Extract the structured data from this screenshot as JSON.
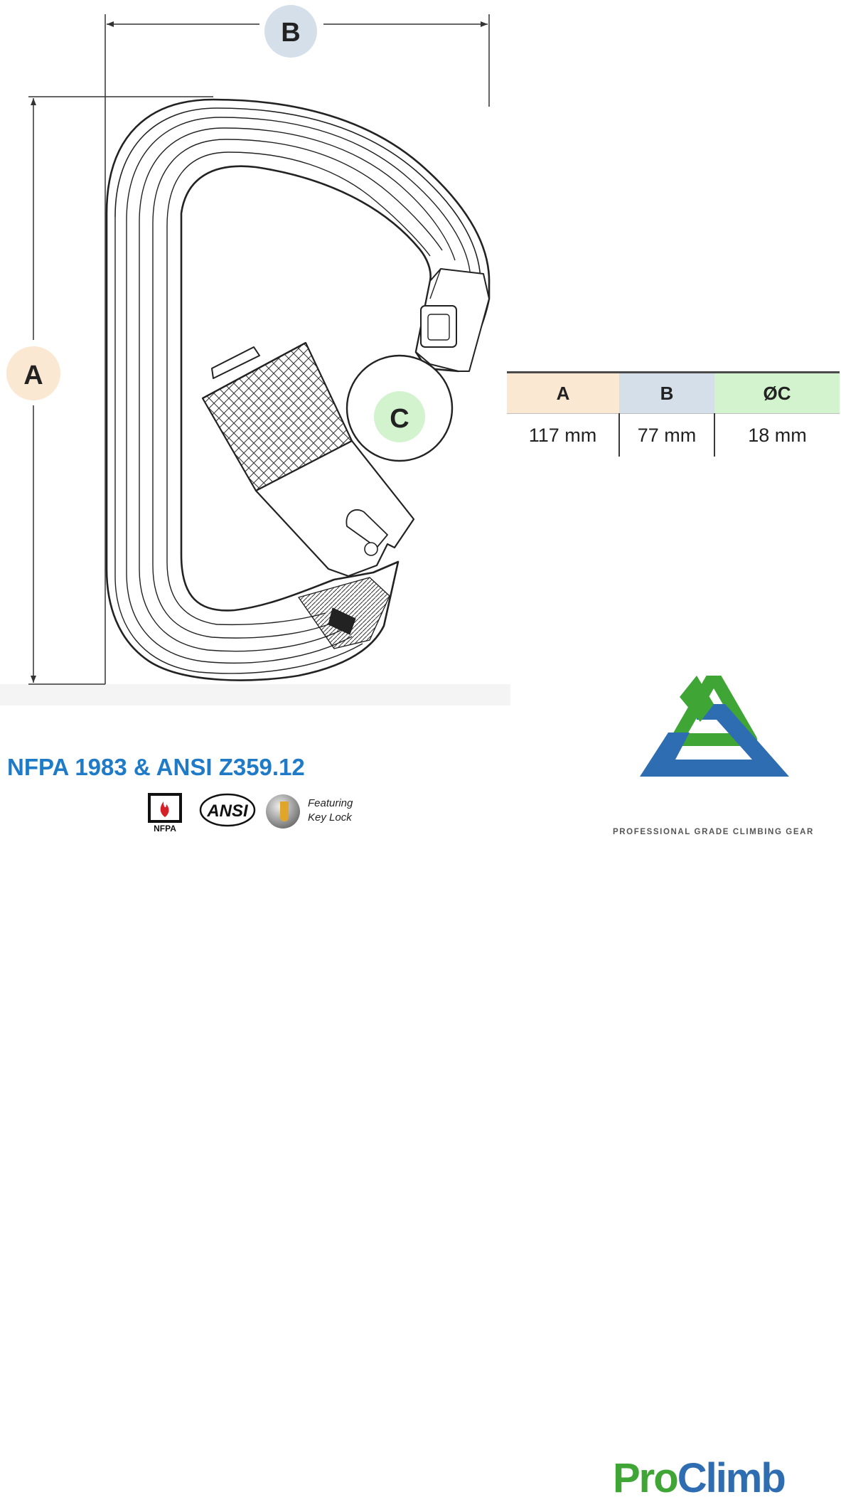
{
  "dimension_labels": {
    "a": "A",
    "b": "B",
    "c": "C"
  },
  "colors": {
    "a_fill": "#fbe8d2",
    "b_fill": "#d4dfea",
    "c_fill": "#d3f3cf",
    "standards_text": "#1f7bc8",
    "brand_green": "#3fa535",
    "brand_blue": "#2f6db3"
  },
  "spec_table": {
    "headers": [
      "A",
      "B",
      "ØC"
    ],
    "values": [
      "117 mm",
      "77 mm",
      "18 mm"
    ]
  },
  "standards": {
    "title": "NFPA 1983 & ANSI Z359.12",
    "badges": {
      "nfpa": "NFPA",
      "ansi": "ANSI"
    },
    "key_lock": [
      "Featuring",
      "Key Lock"
    ]
  },
  "brand": {
    "name_part1": "Pro",
    "name_part2": "Climb",
    "tagline": "PROFESSIONAL GRADE CLIMBING GEAR"
  },
  "icons": [
    "nfpa-logo-icon",
    "ansi-logo-icon",
    "key-lock-icon",
    "proclimb-triangle-icon"
  ]
}
